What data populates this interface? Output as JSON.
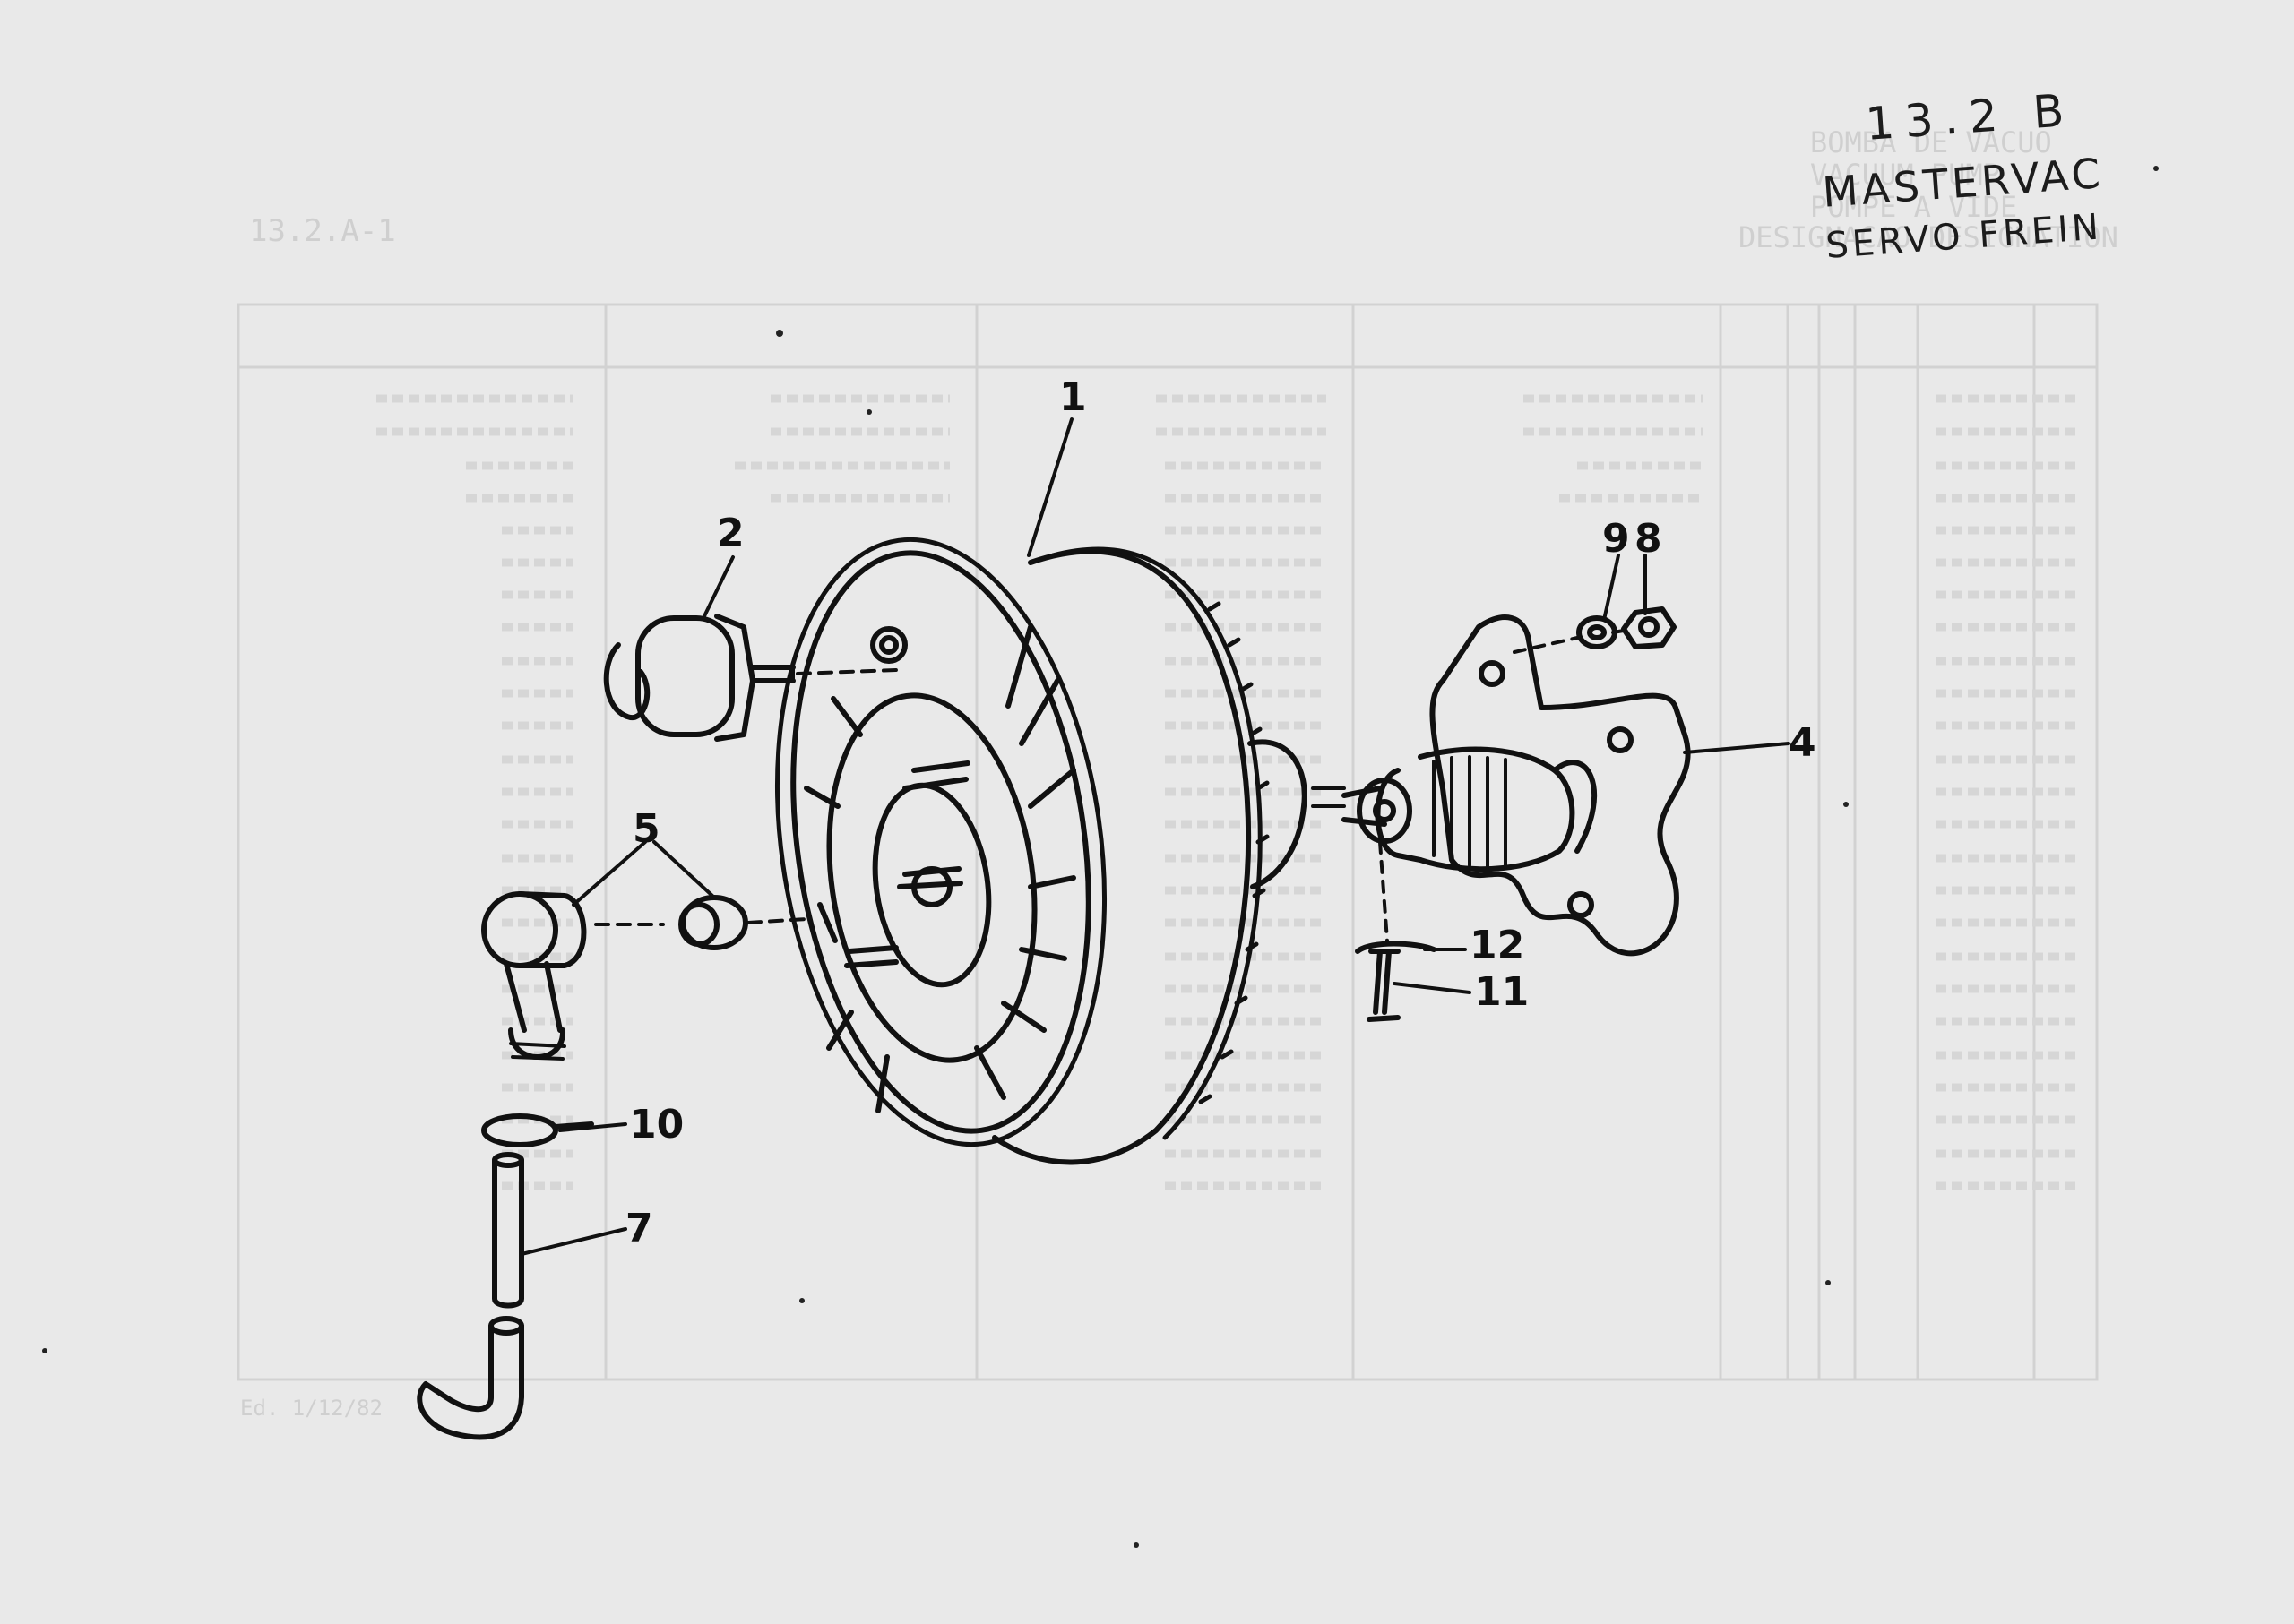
{
  "annotation": {
    "section": "13.2 B",
    "title": "MASTERVAC",
    "subtitle": "SERVO FREIN"
  },
  "callouts": [
    {
      "id": "1",
      "label": "1"
    },
    {
      "id": "2",
      "label": "2"
    },
    {
      "id": "4",
      "label": "4"
    },
    {
      "id": "5",
      "label": "5"
    },
    {
      "id": "7",
      "label": "7"
    },
    {
      "id": "8",
      "label": "8"
    },
    {
      "id": "9",
      "label": "9"
    },
    {
      "id": "10",
      "label": "10"
    },
    {
      "id": "11",
      "label": "11"
    },
    {
      "id": "12",
      "label": "12"
    }
  ],
  "ghost_text": {
    "code": "13.2.A-1",
    "header_lines": [
      "BOMBA DE VACUO",
      "VACUUM PUMP",
      "POMPE A VIDE",
      "DESIGNACAO DESIGNATION"
    ],
    "date": "Ed. 1/12/82"
  },
  "colors": {
    "paper": "#e9e9e9",
    "ink": "#111111",
    "ghost": "#cfcfcf"
  }
}
